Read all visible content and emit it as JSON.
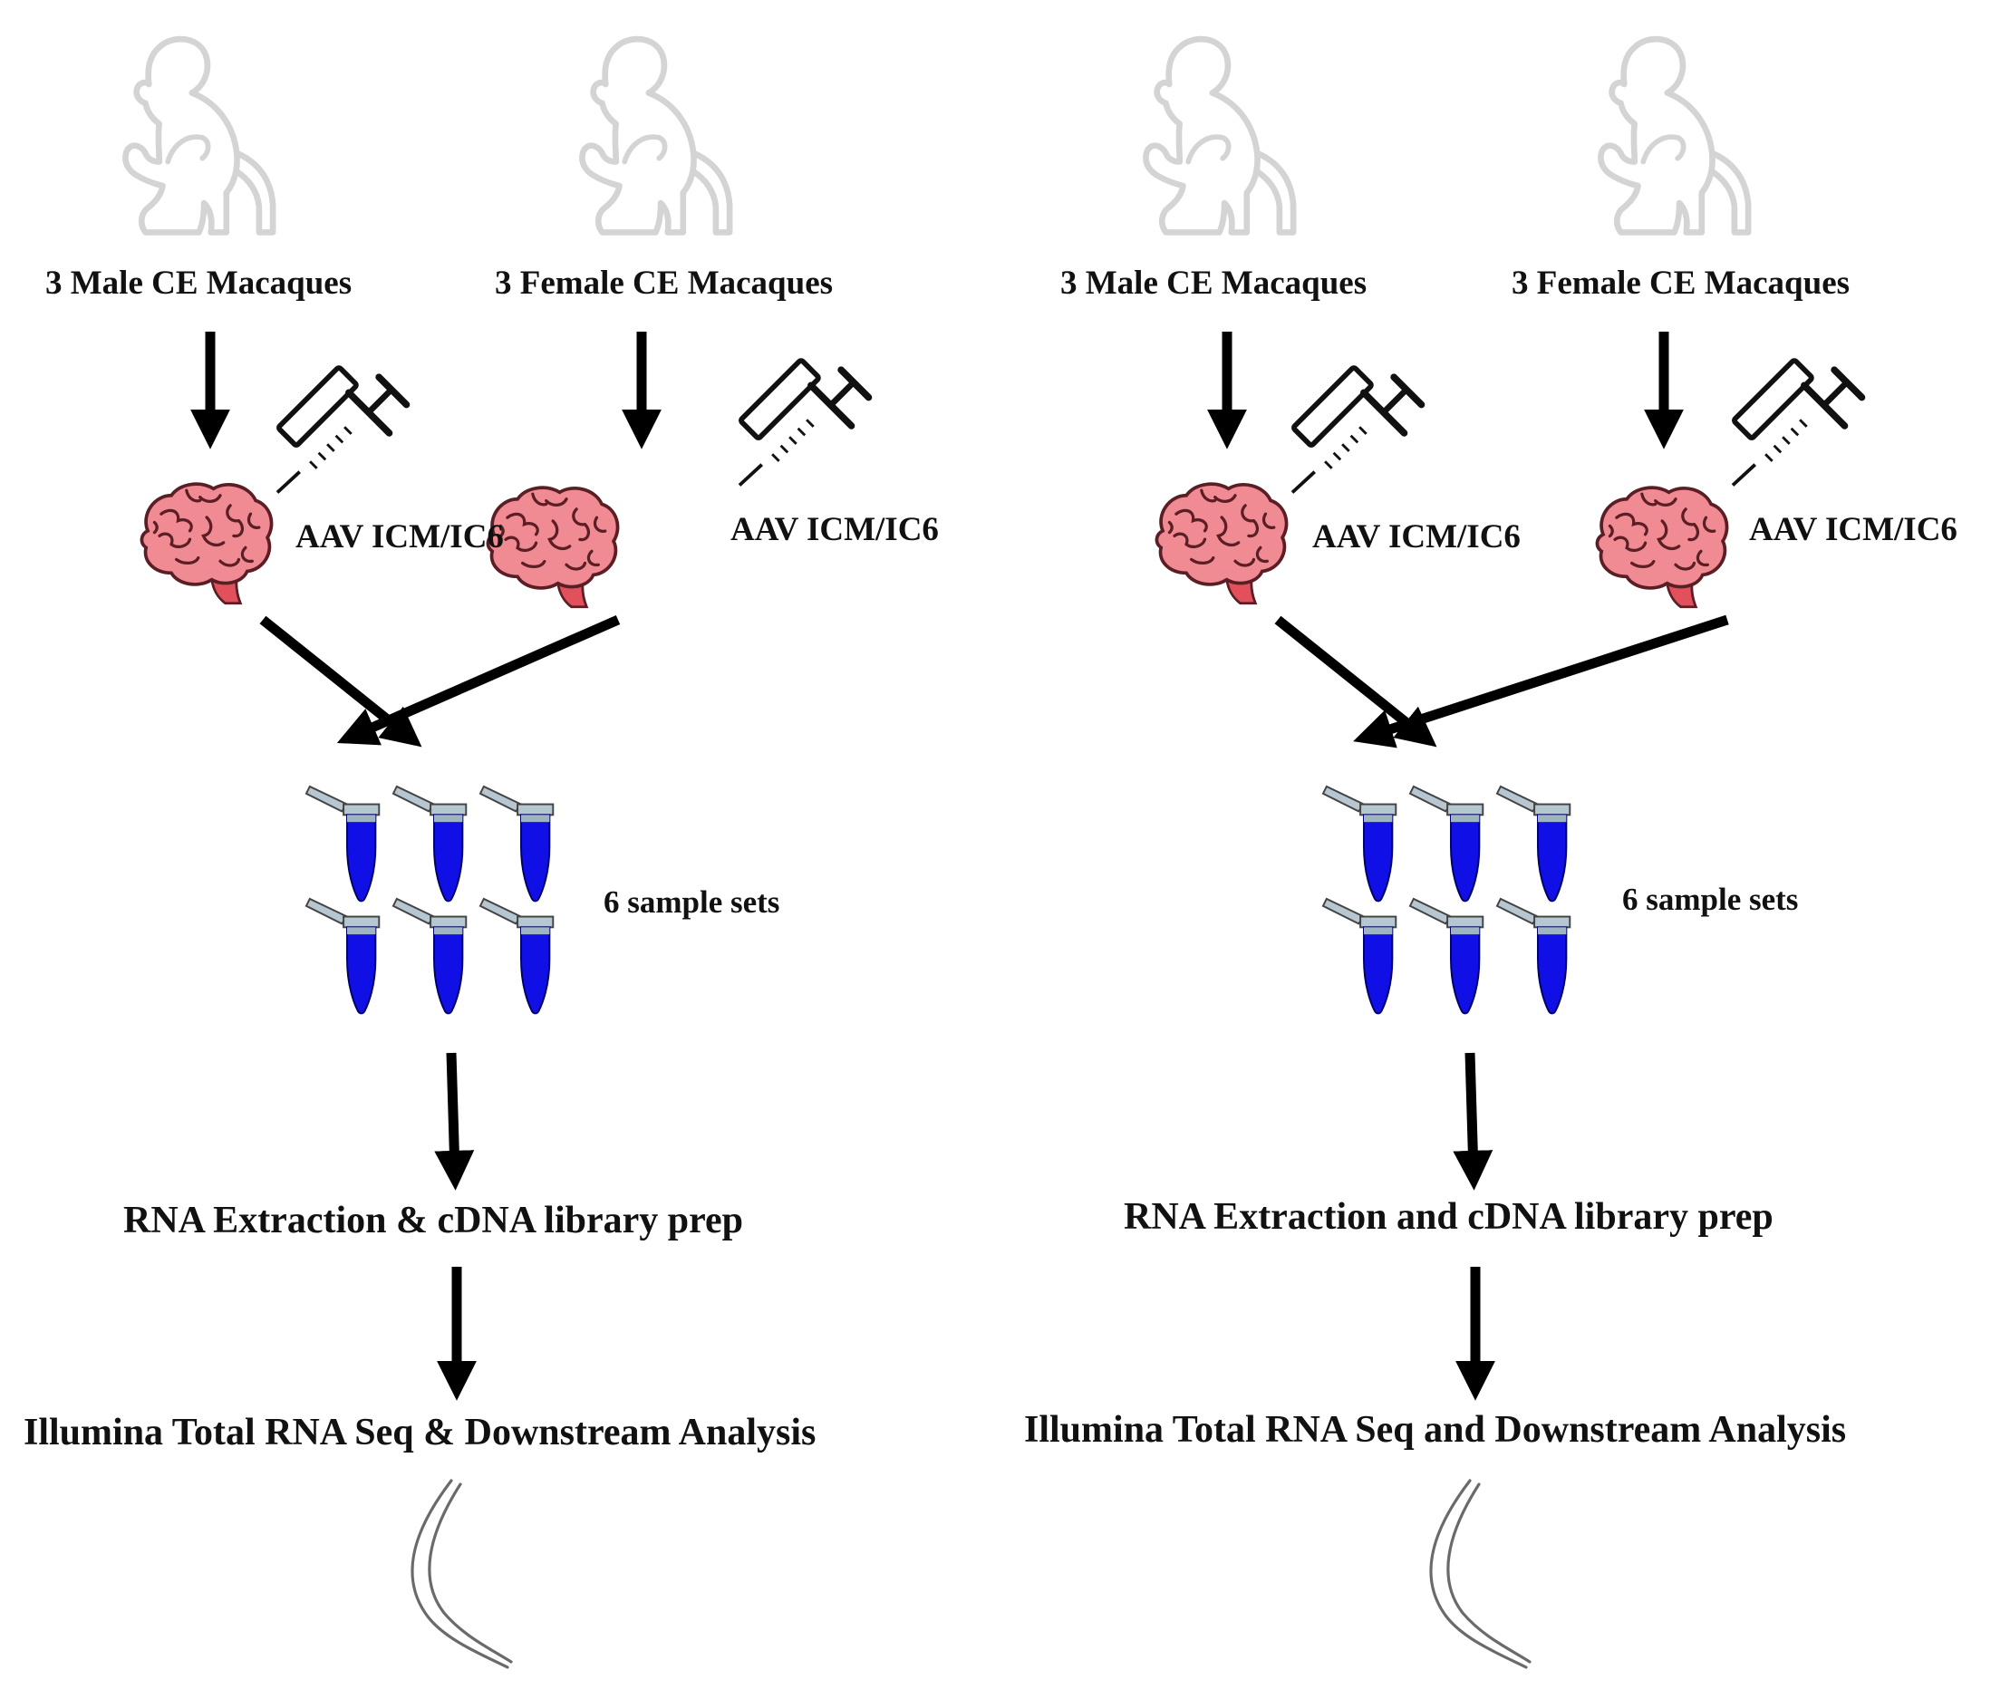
{
  "colors": {
    "arrow": "#000000",
    "monkey_outline": "#d4d4d4",
    "brain_fill": "#f08a93",
    "brain_stroke": "#5a1e24",
    "brainstem": "#e2505b",
    "tube_liquid": "#1010e6",
    "tube_cap": "#b7c7d2",
    "dna_stroke": "#6a6a6a",
    "text": "#111111"
  },
  "icons": [
    "monkey-icon",
    "syringe-icon",
    "brain-icon",
    "tube-icon",
    "dna-icon"
  ],
  "panels": [
    {
      "groups": [
        {
          "label": "3 Male CE Macaques",
          "route": "AAV ICM/IC6"
        },
        {
          "label": "3 Female CE Macaques",
          "route": "AAV ICM/IC6"
        }
      ],
      "samples_label": "6 sample sets",
      "steps": [
        "RNA Extraction & cDNA library prep",
        "Illumina Total RNA Seq & Downstream Analysis"
      ]
    },
    {
      "groups": [
        {
          "label": "3 Male CE Macaques",
          "route": "AAV ICM/IC6"
        },
        {
          "label": "3 Female CE Macaques",
          "route": "AAV ICM/IC6"
        }
      ],
      "samples_label": "6 sample sets",
      "steps": [
        "RNA Extraction and cDNA library prep",
        "Illumina Total RNA Seq and Downstream Analysis"
      ]
    }
  ]
}
